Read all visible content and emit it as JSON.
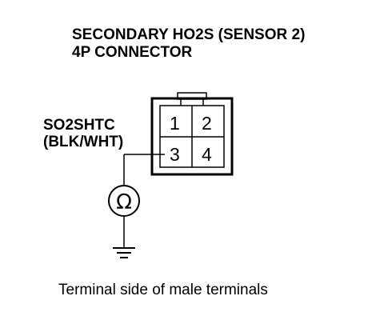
{
  "title": {
    "line1": "SECONDARY HO2S (SENSOR 2)",
    "line2": "4P CONNECTOR"
  },
  "wire": {
    "name": "SO2SHTC",
    "color": "(BLK/WHT)"
  },
  "connector": {
    "terminals": [
      "1",
      "2",
      "3",
      "4"
    ]
  },
  "meter": {
    "symbol": "Ω"
  },
  "caption": "Terminal side of male terminals"
}
